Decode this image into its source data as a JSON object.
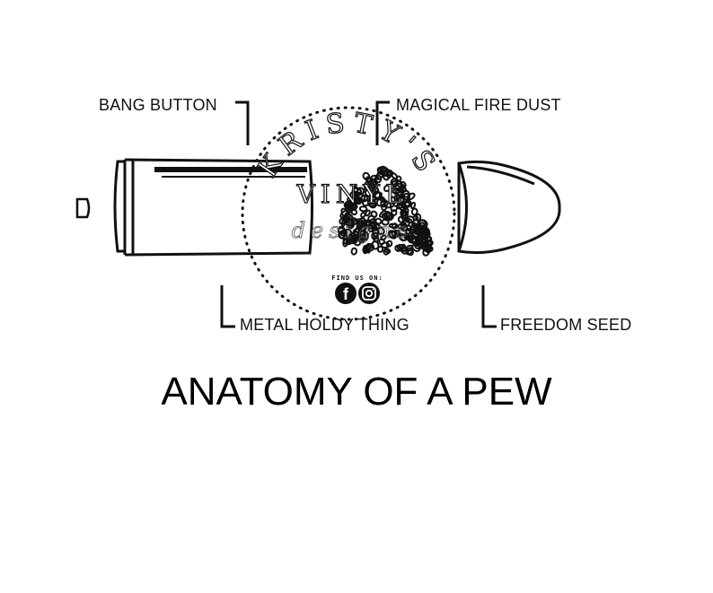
{
  "labels": {
    "bang_button": "BANG BUTTON",
    "magical_fire_dust": "MAGICAL FIRE DUST",
    "metal_holdy_thing": "METAL HOLDY THING",
    "freedom_seed": "FREEDOM SEED"
  },
  "title": "ANATOMY OF A PEW",
  "watermark": {
    "brand_top": "KRISTY'S",
    "brand_mid": "VINYL",
    "brand_script": "designs",
    "find_us": "FIND US ON:",
    "social_icons": [
      "facebook-icon",
      "instagram-icon"
    ]
  },
  "colors": {
    "ink": "#111111",
    "background": "#ffffff"
  }
}
